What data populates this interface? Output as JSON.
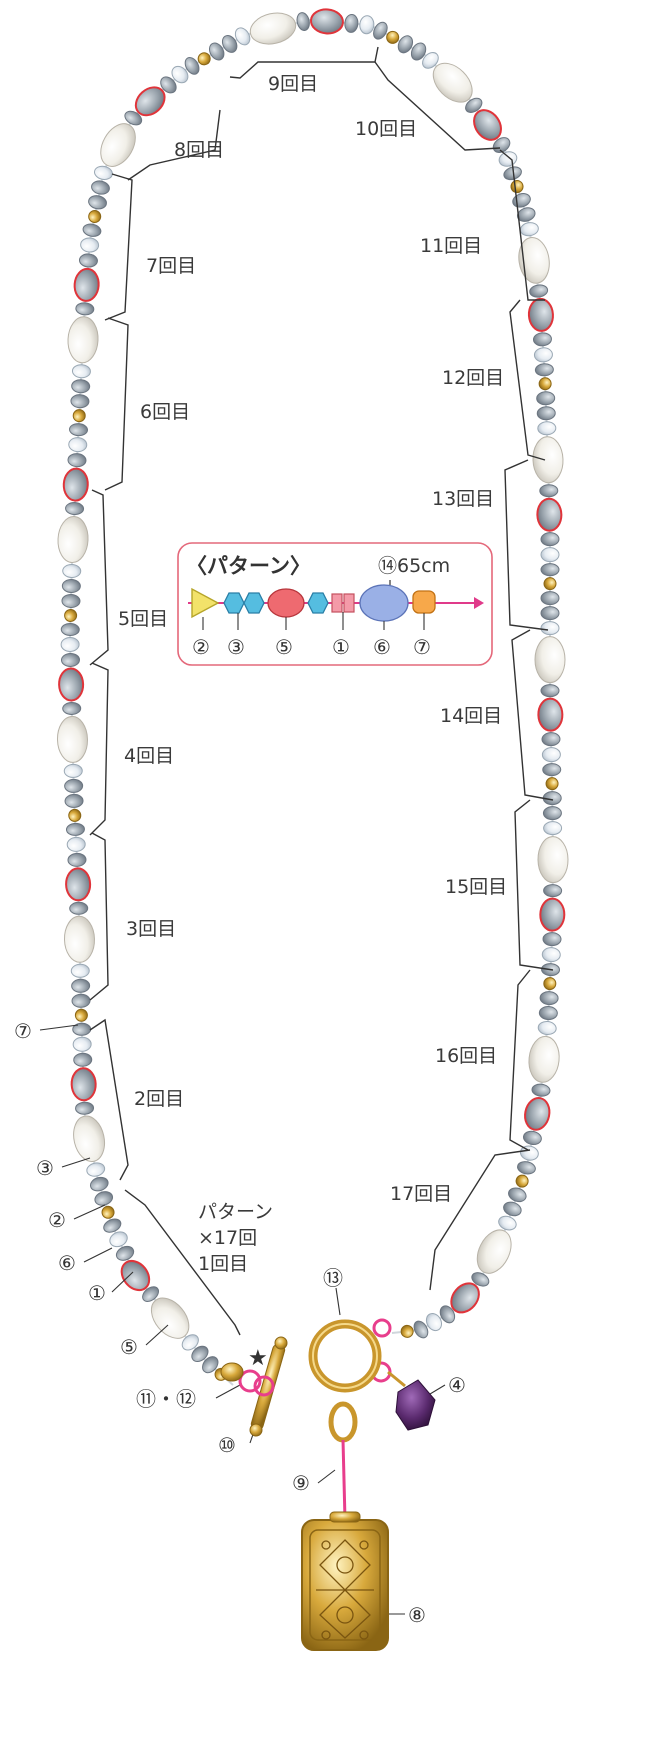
{
  "rounds": [
    "1回目",
    "2回目",
    "3回目",
    "4回目",
    "5回目",
    "6回目",
    "7回目",
    "8回目",
    "9回目",
    "10回目",
    "11回目",
    "12回目",
    "13回目",
    "14回目",
    "15回目",
    "16回目",
    "17回目"
  ],
  "pattern_note": {
    "line1": "パターン",
    "line2": "×17回",
    "line3": "1回目"
  },
  "pattern_box": {
    "title": "〈パターン〉",
    "thread": "⑭65cm",
    "bead_numbers": [
      "②",
      "③",
      "⑤",
      "①",
      "⑥",
      "⑦"
    ]
  },
  "part_labels": {
    "p7": "⑦",
    "p3": "③",
    "p2": "②",
    "p6": "⑥",
    "p1": "①",
    "p5": "⑤",
    "p11_12": "⑪・⑫",
    "p10": "⑩",
    "p9": "⑨",
    "p13": "⑬",
    "p4": "④",
    "p8": "⑧",
    "star": "★"
  },
  "colors": {
    "pearl": "#f2f0ea",
    "gold": "#d4a53a",
    "grey_bead": "#9aa4ad",
    "crystal": "#e4eaf0",
    "highlight": "#e0343a",
    "pink_ring": "#e83e8c",
    "amethyst": "#5a2a6e",
    "pattern_border": "#e4687a"
  }
}
